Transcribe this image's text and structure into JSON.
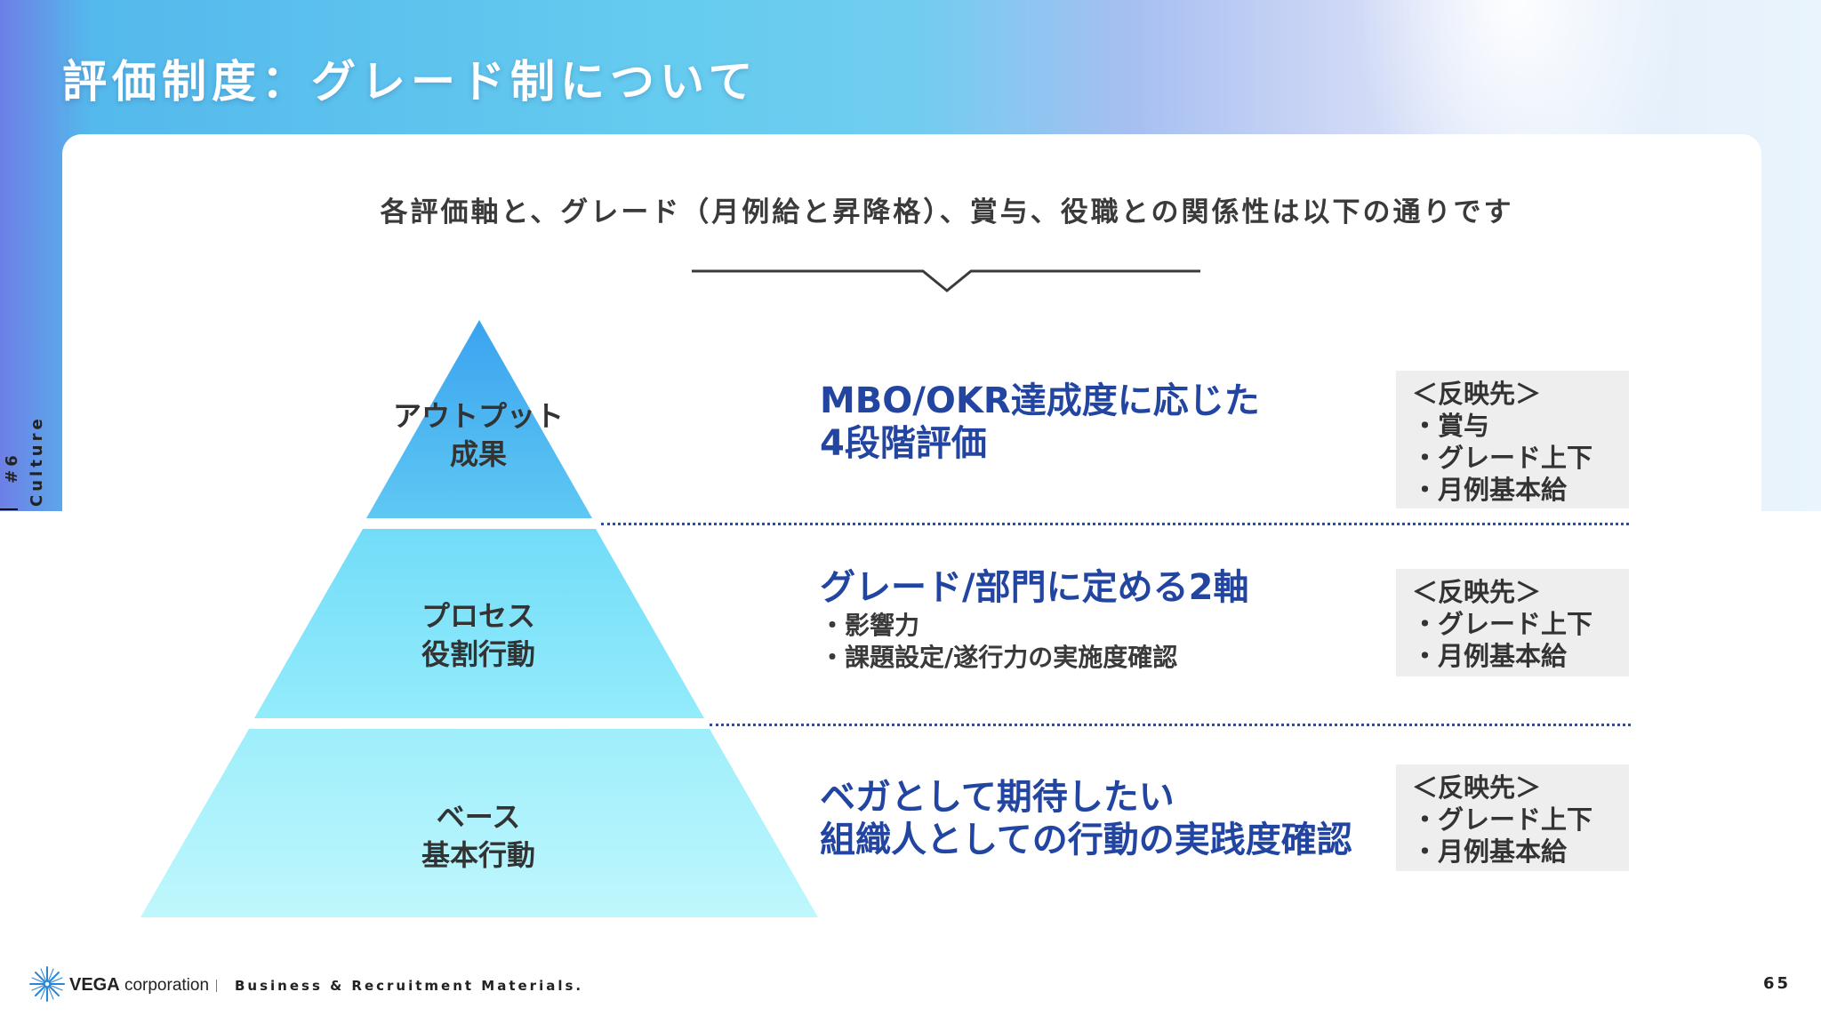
{
  "header": {
    "title": "評価制度：グレード制について"
  },
  "side_label": "#6 Culture",
  "subtitle": "各評価軸と、グレード（月例給と昇降格）、賞与、役職との関係性は以下の通りです",
  "tiers": [
    {
      "label_line1": "アウトプット",
      "label_line2": "成果",
      "title_line1": "MBO/OKR達成度に応じた",
      "title_line2": "4段階評価",
      "bullets": [],
      "reflect": [
        "＜反映先＞",
        "・賞与",
        "・グレード上下",
        "・月例基本給"
      ]
    },
    {
      "label_line1": "プロセス",
      "label_line2": "役割行動",
      "title_line1": "グレード/部門に定める2軸",
      "title_line2": "",
      "bullets": [
        "・影響力",
        "・課題設定/遂行力の実施度確認"
      ],
      "reflect": [
        "＜反映先＞",
        "・グレード上下",
        "・月例基本給"
      ]
    },
    {
      "label_line1": "ベース",
      "label_line2": "基本行動",
      "title_line1": "ベガとして期待したい",
      "title_line2": "組織人としての行動の実践度確認",
      "bullets": [],
      "reflect": [
        "＜反映先＞",
        "・グレード上下",
        "・月例基本給"
      ]
    }
  ],
  "footer": {
    "brand_bold": "VEGA",
    "brand_rest": " corporation",
    "tagline": "Business & Recruitment Materials.",
    "page_number": "65"
  },
  "colors": {
    "accent_blue": "#2345a2",
    "tier_top": "#4fb8ef",
    "tier_middle": "#7fe6f8",
    "tier_bottom": "#a8f2fa"
  }
}
